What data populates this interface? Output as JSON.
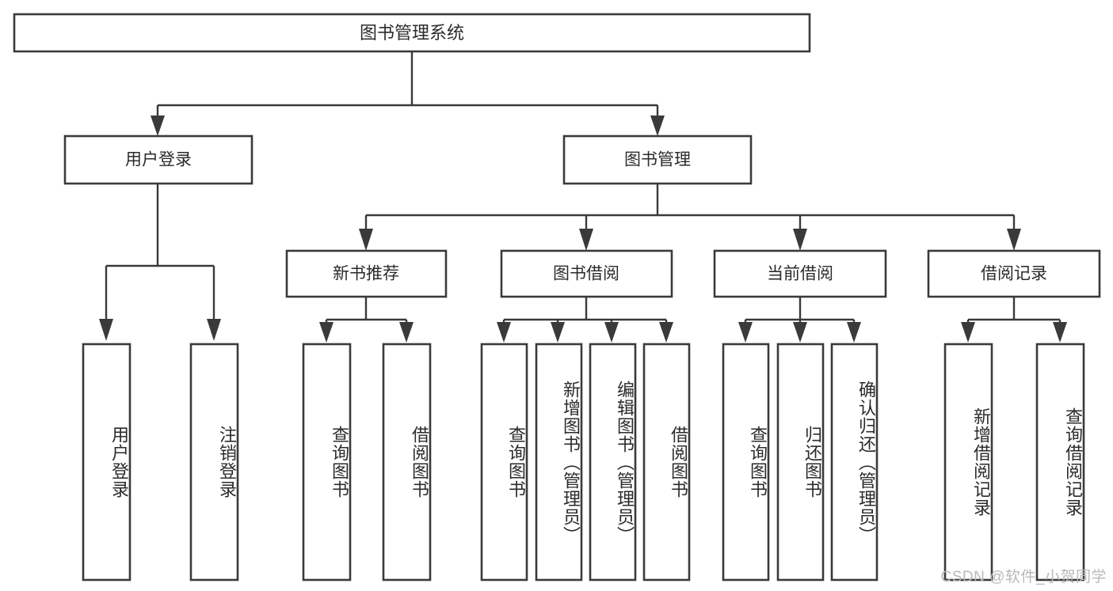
{
  "diagram": {
    "title": "图书管理系统",
    "type": "tree-hierarchy-diagram",
    "colors": {
      "box_stroke": "#3a3a3a",
      "box_fill": "#ffffff",
      "text": "#2b2b2b",
      "background": "#ffffff",
      "watermark": "#b9b9b9"
    },
    "root": {
      "label": "图书管理系统"
    },
    "level2": [
      {
        "id": "user-login",
        "label": "用户登录"
      },
      {
        "id": "book-management",
        "label": "图书管理"
      }
    ],
    "level3": [
      {
        "id": "new-book-recommend",
        "label": "新书推荐"
      },
      {
        "id": "book-borrow",
        "label": "图书借阅"
      },
      {
        "id": "current-borrow",
        "label": "当前借阅"
      },
      {
        "id": "borrow-record",
        "label": "借阅记录"
      }
    ],
    "leaves": {
      "user_login": [
        {
          "id": "leaf-user-login",
          "label": "用户登录"
        },
        {
          "id": "leaf-logout-login",
          "label": "注销登录"
        }
      ],
      "new_book_recommend": [
        {
          "id": "leaf-query-book-1",
          "label": "查询图书"
        },
        {
          "id": "leaf-borrow-book-1",
          "label": "借阅图书"
        }
      ],
      "book_borrow": [
        {
          "id": "leaf-query-book-2",
          "label": "查询图书"
        },
        {
          "id": "leaf-add-book",
          "label": "新增图书（管理员）"
        },
        {
          "id": "leaf-edit-book",
          "label": "编辑图书（管理员）"
        },
        {
          "id": "leaf-borrow-book-2",
          "label": "借阅图书"
        }
      ],
      "current_borrow": [
        {
          "id": "leaf-query-book-3",
          "label": "查询图书"
        },
        {
          "id": "leaf-return-book",
          "label": "归还图书"
        },
        {
          "id": "leaf-confirm-return",
          "label": "确认归还（管理员）"
        }
      ],
      "borrow_record": [
        {
          "id": "leaf-add-record",
          "label": "新增借阅记录"
        },
        {
          "id": "leaf-query-record",
          "label": "查询借阅记录"
        }
      ]
    }
  },
  "watermark": {
    "text": "CSDN @软件_小贺同学"
  }
}
